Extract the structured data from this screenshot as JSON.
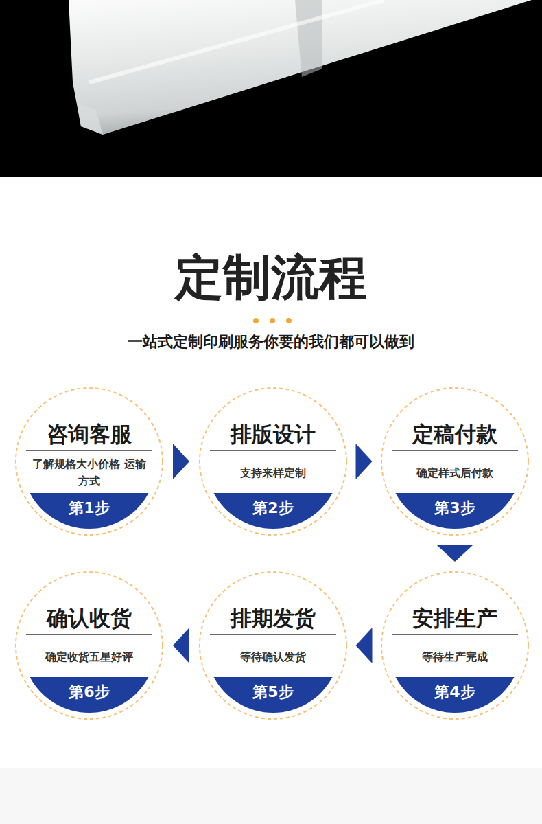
{
  "diagram": {
    "title": "定制流程",
    "nodes": [
      {
        "text": [
          "咨询客服",
          "了解规格大小价格 运输方式",
          "第1步"
        ]
      },
      {
        "text": [
          "排版设计",
          "支持来样定制",
          "第2步"
        ]
      },
      {
        "text": [
          "定稿付款",
          "确定样式后付款",
          "第3步"
        ]
      },
      {
        "text": [
          "安排生产",
          "等待生产完成",
          "第4步"
        ]
      },
      {
        "text": [
          "排期发货",
          "等待确认发货",
          "第5步"
        ]
      },
      {
        "text": [
          "确认收货",
          "确定收货五星好评",
          "第6步"
        ]
      }
    ],
    "edges": [
      {
        "from": 0,
        "to": 1,
        "arrow": "to"
      },
      {
        "from": 1,
        "to": 2,
        "arrow": "to"
      },
      {
        "from": 2,
        "to": 3,
        "arrow": "to"
      },
      {
        "from": 3,
        "to": 4,
        "arrow": "to"
      },
      {
        "from": 4,
        "to": 5,
        "arrow": "to"
      }
    ],
    "labels": [
      "一站式定制印刷服务你要的我们都可以做到"
    ]
  }
}
